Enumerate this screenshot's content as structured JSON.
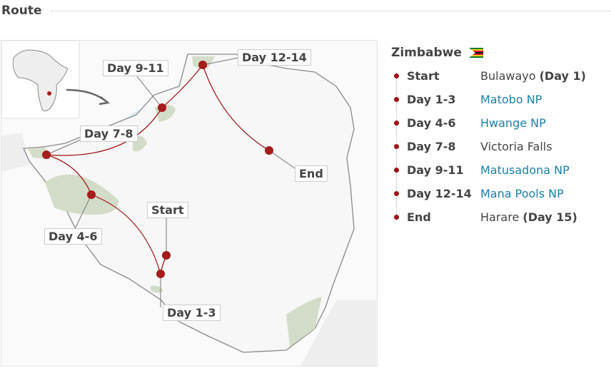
{
  "section_title": "Route",
  "country": "Zimbabwe",
  "itinerary": [
    {
      "day": "Start",
      "place": "Bulawayo",
      "suffix": "(Day 1)",
      "link": false
    },
    {
      "day": "Day 1-3",
      "place": "Matobo NP",
      "suffix": "",
      "link": true
    },
    {
      "day": "Day 4-6",
      "place": "Hwange NP",
      "suffix": "",
      "link": true
    },
    {
      "day": "Day 7-8",
      "place": "Victoria Falls",
      "suffix": "",
      "link": false
    },
    {
      "day": "Day 9-11",
      "place": "Matusadona NP",
      "suffix": "",
      "link": true
    },
    {
      "day": "Day 12-14",
      "place": "Mana Pools NP",
      "suffix": "",
      "link": true
    },
    {
      "day": "End",
      "place": "Harare",
      "suffix": "(Day 15)",
      "link": false
    }
  ],
  "map_labels": {
    "start": "Start",
    "d13": "Day 1-3",
    "d46": "Day 4-6",
    "d78": "Day 7-8",
    "d911": "Day 9-11",
    "d1214": "Day 12-14",
    "end": "End"
  },
  "colors": {
    "route": "#a01010",
    "park": "#d3dcc8",
    "water": "#d8ecf7"
  }
}
